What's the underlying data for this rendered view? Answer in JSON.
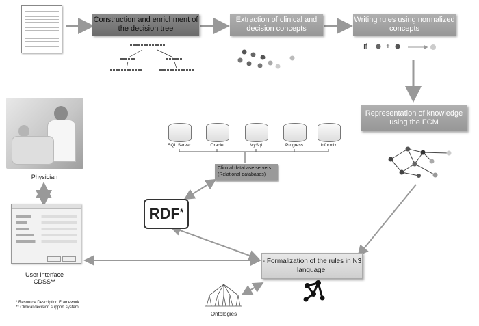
{
  "boxes": {
    "construction": "Construction and enrichment of the decision tree",
    "extraction": "Extraction of clinical and decision concepts",
    "writing": "Writing rules using normalized concepts",
    "representation": "Representation of knowledge using the FCM",
    "database": "Clinical database servers (Relational databases)",
    "formalization": "- Formalization of the rules in N3 language."
  },
  "rule": {
    "if": "If",
    "plus": "+"
  },
  "databases": [
    "SQL Server",
    "Oracle",
    "MySql",
    "Progress",
    "Informix"
  ],
  "labels": {
    "physician": "Physician",
    "ui": "User interface",
    "cdss": "CDSS**",
    "ontologies": "Ontologies",
    "rdf": "RDF",
    "rdf_star": "*"
  },
  "notes": {
    "line1": "* Resource Description Framework",
    "line2": "** Clinical decision support system"
  }
}
